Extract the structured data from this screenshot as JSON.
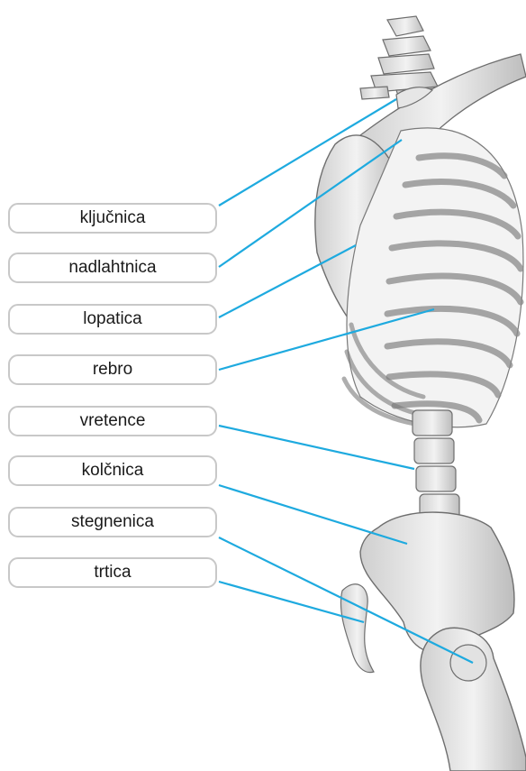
{
  "labels": [
    {
      "text": "ključnica"
    },
    {
      "text": "nadlahtnica"
    },
    {
      "text": "lopatica"
    },
    {
      "text": "rebro"
    },
    {
      "text": "vretence"
    },
    {
      "text": "kolčnica"
    },
    {
      "text": "stegnenica"
    },
    {
      "text": "trtica"
    }
  ],
  "colors": {
    "leader_line": "#1eaadf",
    "label_border": "#c8c8c8",
    "bone_fill": "#ededed",
    "bone_stroke": "#6e6e6e"
  }
}
